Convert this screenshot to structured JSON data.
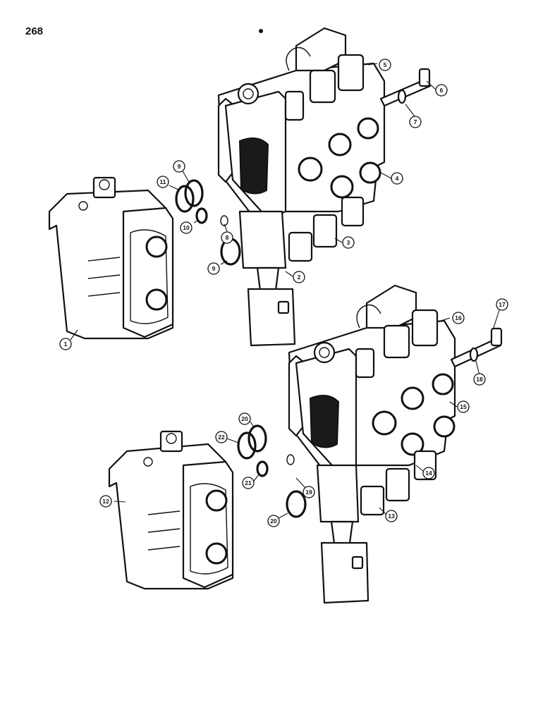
{
  "page": {
    "number": "268",
    "figure_ref": ""
  },
  "callouts": [
    "1",
    "2",
    "3",
    "4",
    "5",
    "6",
    "7",
    "8",
    "9",
    "9",
    "10",
    "11",
    "12",
    "13",
    "14",
    "15",
    "16",
    "17",
    "18",
    "19",
    "20",
    "20",
    "21",
    "22"
  ]
}
